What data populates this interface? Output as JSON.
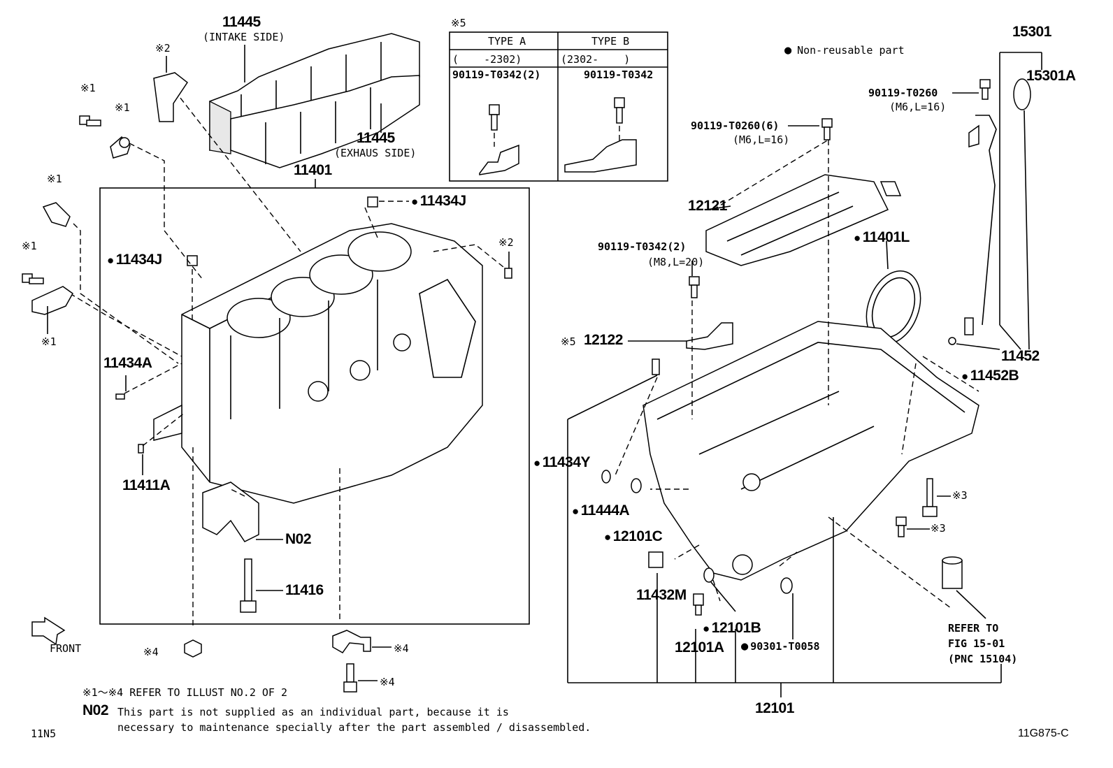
{
  "legend_nonreusable": "Non-reusable part",
  "legend_dot": "●",
  "labels": {
    "l11445_top": "11445",
    "l11445_top_sub": "(INTAKE SIDE)",
    "l11445_bot": "11445",
    "l11445_bot_sub": "(EXHAUS SIDE)",
    "l11401": "11401",
    "l11434J_a": "11434J",
    "l11434J_b": "11434J",
    "l11434A": "11434A",
    "l11411A": "11411A",
    "lN02": "N02",
    "l11416": "11416",
    "l15301": "15301",
    "l15301A": "15301A",
    "l90119_T0260": "90119-T0260",
    "l90119_T0260_sub": "(M6,L=16)",
    "l90119_T0260_6": "90119-T0260(6)",
    "l90119_T0260_6_sub": "(M6,L=16)",
    "l12121": "12121",
    "l11401L": "11401L",
    "l90119_T0342_2": "90119-T0342(2)",
    "l90119_T0342_2_sub": "(M8,L=20)",
    "l12122": "12122",
    "l12122_ref": "※5",
    "l11452": "11452",
    "l11452B": "11452B",
    "l11434Y": "11434Y",
    "l11444A": "11444A",
    "l12101C": "12101C",
    "l11432M": "11432M",
    "l12101B": "12101B",
    "l12101A": "12101A",
    "l90301_T0058": "90301-T0058",
    "l12101": "12101",
    "refer1": "REFER TO",
    "refer2": "FIG 15-01",
    "refer3": "(PNC 15104)",
    "front": "FRONT",
    "r1a": "※1",
    "r1b": "※1",
    "r1c": "※1",
    "r1d": "※1",
    "r1e": "※1",
    "r2a": "※2",
    "r2b": "※2",
    "r3a": "※3",
    "r3b": "※3",
    "r4a": "※4",
    "r4b": "※4",
    "r4c": "※4"
  },
  "type_table": {
    "caption": "※5",
    "col_a_header": "TYPE A",
    "col_b_header": "TYPE B",
    "col_a_range": "(    -2302)",
    "col_b_range": "(2302-    )",
    "col_a_part": "90119-T0342(2)",
    "col_b_part": "90119-T0342"
  },
  "notes": {
    "refer_note": "※1～※4 REFER TO ILLUST NO.2 OF 2",
    "n02_code": "N02",
    "n02_line1": "This part is not supplied as an individual part, because it is",
    "n02_line2": "necessary to maintenance specially after the part assembled / disassembled.",
    "page_code": "11N5",
    "drawing_code": "11G875-C"
  },
  "colors": {
    "ink": "#000000",
    "paper": "#ffffff"
  }
}
